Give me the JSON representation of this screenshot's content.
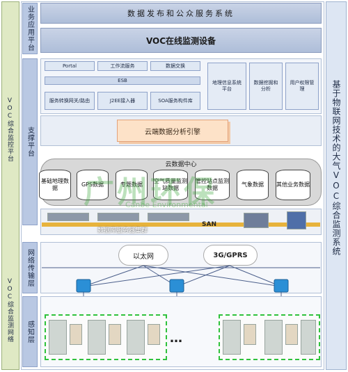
{
  "left_sidebar": {
    "top_group": "VOC综合监控平台",
    "bottom_group": "VOC综合监测网络"
  },
  "right_sidebar": {
    "title": "基于物联网技术的大气VOC综合监测系统"
  },
  "layers": {
    "business": "业务应用平台",
    "support": "支撑平台",
    "network": "网络传输层",
    "sensing": "感知层"
  },
  "business_band": "数据发布和公众服务系统",
  "voc_band": "VOC在线监测设备",
  "middleware": {
    "portal": "Portal",
    "workflow": "工作流服务",
    "data_exchange": "数据交换",
    "esb": "ESB",
    "service_gateway": "服务转换网关/路由",
    "j2ee": "J2EE接入器",
    "soa": "SOA服务构件库"
  },
  "platform_boxes": [
    "地理信息系统平台",
    "数据挖掘和分析",
    "用户权限管理"
  ],
  "engine": "云端数据分析引擎",
  "cloud_db": {
    "title": "云数据中心",
    "stores": [
      "基础地理数据",
      "GPS数据",
      "专题数据",
      "空气质量监测站数据",
      "管控站点监测数据",
      "气象数据",
      "其他业务数据"
    ]
  },
  "server": {
    "cluster": "数据库服务器集群",
    "san": "SAN"
  },
  "network": {
    "ethernet": "以太网",
    "gprs": "3G/GPRS"
  },
  "ellipsis": "…",
  "watermark": {
    "brand_cn": "广州环保",
    "brand_en": "Canbe Environmental"
  }
}
